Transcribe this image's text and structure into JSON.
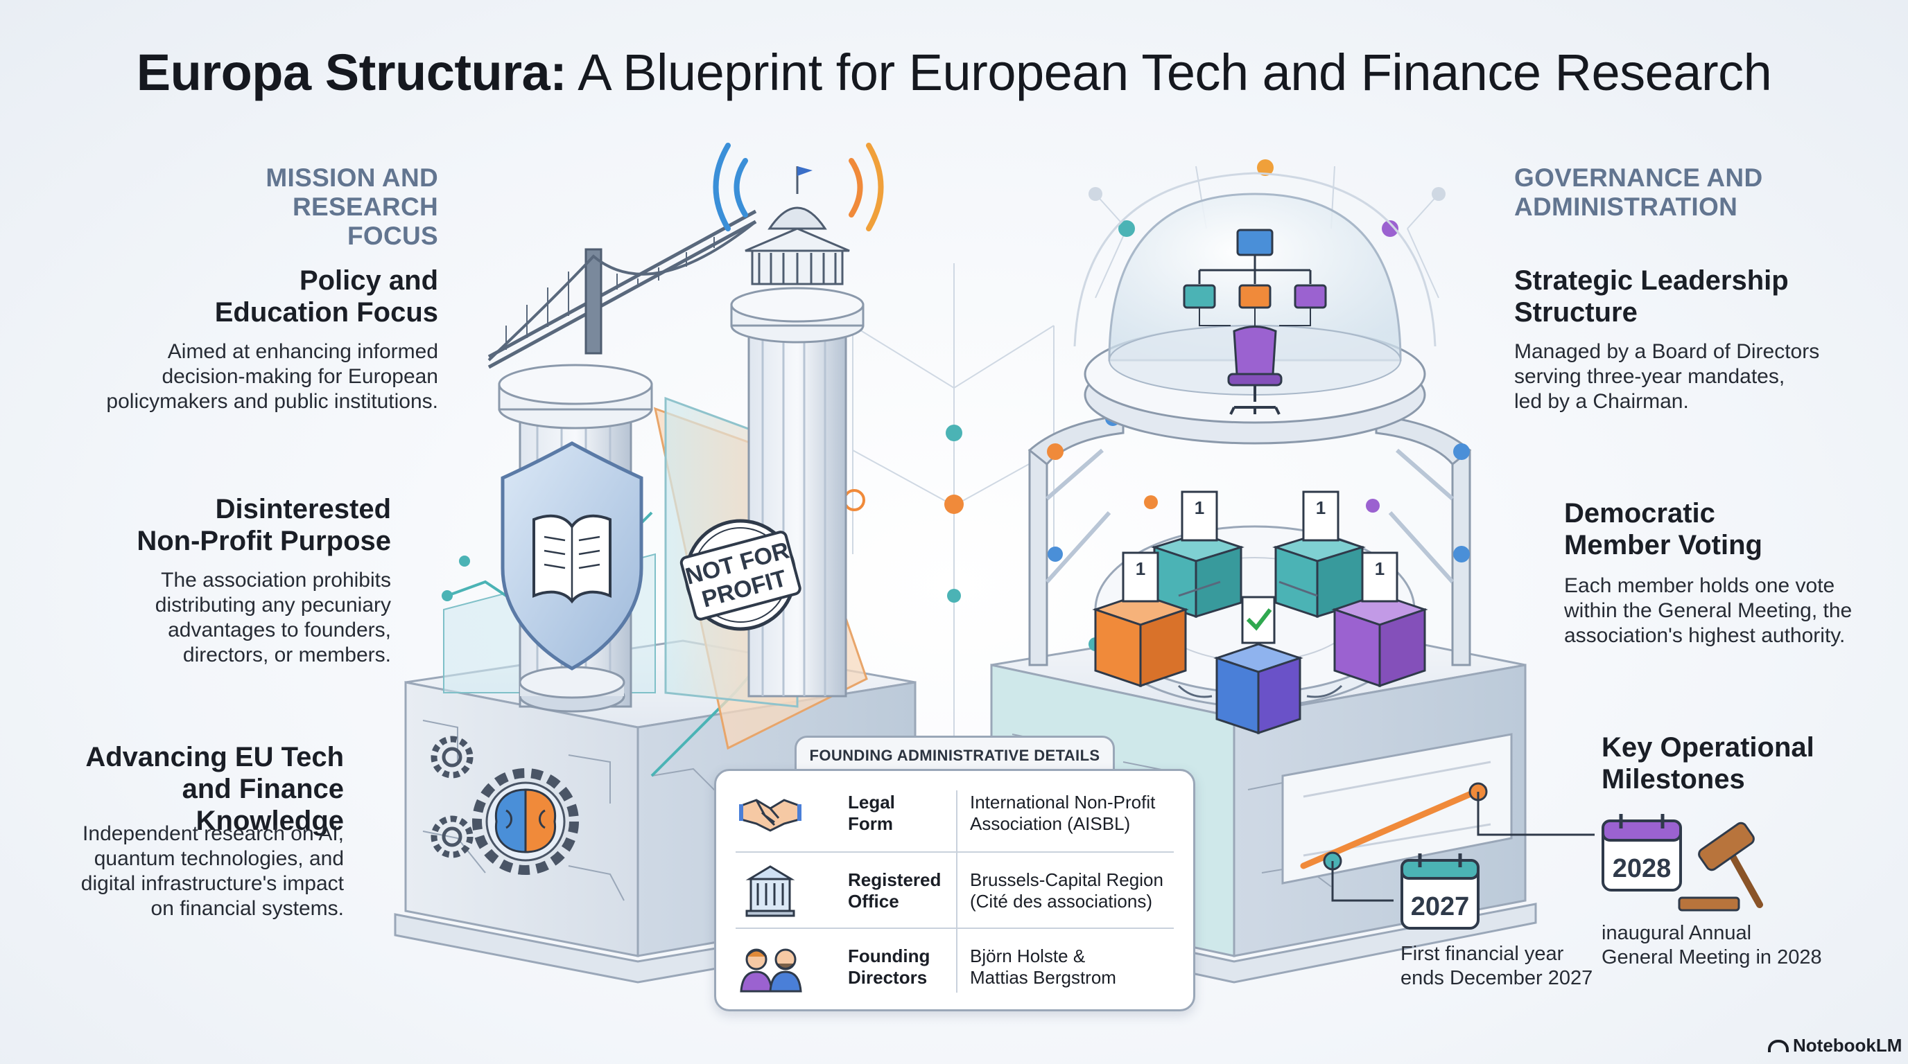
{
  "title": {
    "bold": "Europa Structura:",
    "rest": " A Blueprint for European Tech and Finance Research"
  },
  "left": {
    "section_line1": "MISSION AND",
    "section_line2": "RESEARCH FOCUS",
    "items": [
      {
        "heading_line1": "Policy and",
        "heading_line2": "Education Focus",
        "body": [
          "Aimed at enhancing informed",
          "decision-making for European",
          "policymakers and public institutions."
        ]
      },
      {
        "heading_line1": "Disinterested",
        "heading_line2": "Non-Profit Purpose",
        "body": [
          "The association prohibits",
          "distributing any pecuniary",
          "advantages to founders,",
          "directors, or members."
        ]
      },
      {
        "heading_line1": "Advancing EU Tech",
        "heading_line2": "and Finance Knowledge",
        "body": [
          "Independent research on AI,",
          "quantum technologies, and",
          "digital infrastructure's impact",
          "on financial systems."
        ]
      }
    ]
  },
  "right": {
    "section_line1": "GOVERNANCE AND",
    "section_line2": "ADMINISTRATION",
    "items": [
      {
        "heading_line1": "Strategic Leadership",
        "heading_line2": "Structure",
        "body": [
          "Managed by a Board of Directors",
          "serving three-year mandates,",
          "led by a Chairman."
        ]
      },
      {
        "heading_line1": "Democratic",
        "heading_line2": "Member Voting",
        "body": [
          "Each member holds one vote",
          "within the General Meeting, the",
          "association's highest authority."
        ]
      },
      {
        "heading_line1": "Key Operational",
        "heading_line2": "Milestones",
        "body": []
      }
    ]
  },
  "milestones": [
    {
      "year": "2027",
      "caption_line1": "First financial year",
      "caption_line2": "ends December 2027"
    },
    {
      "year": "2028",
      "caption_line1": "inaugural Annual",
      "caption_line2": "General Meeting in 2028"
    }
  ],
  "stamp": {
    "line1": "NOT FOR",
    "line2": "PROFIT"
  },
  "ballot_numbers": [
    "1",
    "1",
    "1",
    "1"
  ],
  "card": {
    "tab": "FOUNDING ADMINISTRATIVE DETAILS",
    "rows": [
      {
        "icon": "handshake-icon",
        "label_line1": "Legal",
        "label_line2": "Form",
        "value_line1": "International Non-Profit",
        "value_line2": "Association (AISBL)"
      },
      {
        "icon": "building-icon",
        "label_line1": "Registered",
        "label_line2": "Office",
        "value_line1": "Brussels-Capital Region",
        "value_line2": "(Cité des associations)"
      },
      {
        "icon": "people-icon",
        "label_line1": "Founding",
        "label_line2": "Directors",
        "value_line1": "Björn Holste &",
        "value_line2": "Mattias Bergstrom"
      }
    ]
  },
  "brand": "NotebookLM",
  "colors": {
    "section": "#627590",
    "teal": "#4bb3b5",
    "orange": "#f08a3a",
    "purple": "#9b62d0",
    "blue": "#4a7fd8",
    "steel": "#b9c6d6"
  }
}
